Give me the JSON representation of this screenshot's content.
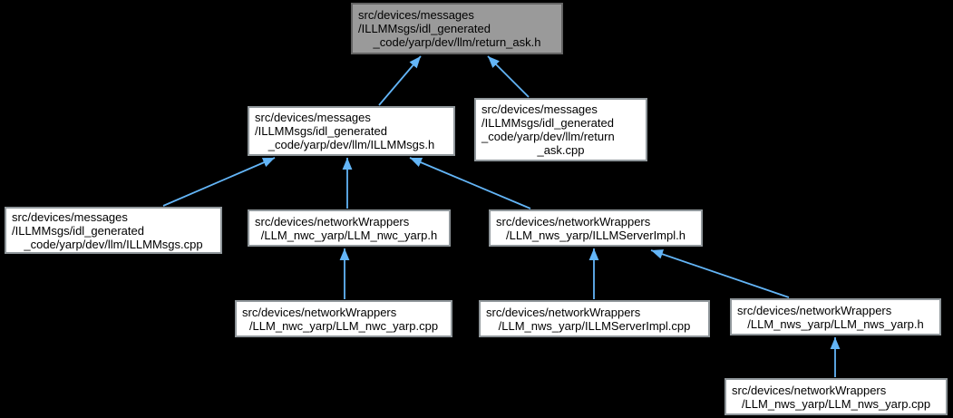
{
  "diagram": {
    "type": "include-dependency-graph",
    "description": "files that directly or indirectly include this file",
    "colors": {
      "background": "#000000",
      "edge": "#63b5f7",
      "node_fill": "#ffffff",
      "node_border": "#90979b",
      "current_node_fill": "#9a9a9a",
      "current_node_border": "#636363",
      "text": "#000000"
    },
    "current_node": "src/devices/messages/ILLMMsgs/idl_generated_code/yarp/dev/llm/return_ask.h",
    "nodes": [
      {
        "id": "return_ask_h",
        "highlighted": true,
        "lines": [
          "src/devices/messages",
          "/ILLMMsgs/idl_generated",
          "_code/yarp/dev/llm/return_ask.h"
        ]
      },
      {
        "id": "illmmsgs_h",
        "highlighted": false,
        "lines": [
          "src/devices/messages",
          "/ILLMMsgs/idl_generated",
          "_code/yarp/dev/llm/ILLMMsgs.h"
        ]
      },
      {
        "id": "return_ask_cpp",
        "highlighted": false,
        "lines": [
          "src/devices/messages",
          "/ILLMMsgs/idl_generated",
          "_code/yarp/dev/llm/return",
          "_ask.cpp"
        ]
      },
      {
        "id": "illmmsgs_cpp",
        "highlighted": false,
        "lines": [
          "src/devices/messages",
          "/ILLMMsgs/idl_generated",
          "_code/yarp/dev/llm/ILLMMsgs.cpp"
        ]
      },
      {
        "id": "llm_nwc_yarp_h",
        "highlighted": false,
        "lines": [
          "src/devices/networkWrappers",
          "/LLM_nwc_yarp/LLM_nwc_yarp.h"
        ]
      },
      {
        "id": "illmserverimpl_h",
        "highlighted": false,
        "lines": [
          "src/devices/networkWrappers",
          "/LLM_nws_yarp/ILLMServerImpl.h"
        ]
      },
      {
        "id": "llm_nwc_yarp_cpp",
        "highlighted": false,
        "lines": [
          "src/devices/networkWrappers",
          "/LLM_nwc_yarp/LLM_nwc_yarp.cpp"
        ]
      },
      {
        "id": "illmserverimpl_cpp",
        "highlighted": false,
        "lines": [
          "src/devices/networkWrappers",
          "/LLM_nws_yarp/ILLMServerImpl.cpp"
        ]
      },
      {
        "id": "llm_nws_yarp_h",
        "highlighted": false,
        "lines": [
          "src/devices/networkWrappers",
          "/LLM_nws_yarp/LLM_nws_yarp.h"
        ]
      },
      {
        "id": "llm_nws_yarp_cpp",
        "highlighted": false,
        "lines": [
          "src/devices/networkWrappers",
          "/LLM_nws_yarp/LLM_nws_yarp.cpp"
        ]
      }
    ],
    "edges": [
      {
        "from": "illmmsgs_h",
        "to": "return_ask_h"
      },
      {
        "from": "return_ask_cpp",
        "to": "return_ask_h"
      },
      {
        "from": "illmmsgs_cpp",
        "to": "illmmsgs_h"
      },
      {
        "from": "llm_nwc_yarp_h",
        "to": "illmmsgs_h"
      },
      {
        "from": "illmserverimpl_h",
        "to": "illmmsgs_h"
      },
      {
        "from": "llm_nwc_yarp_cpp",
        "to": "llm_nwc_yarp_h"
      },
      {
        "from": "illmserverimpl_cpp",
        "to": "illmserverimpl_h"
      },
      {
        "from": "llm_nws_yarp_h",
        "to": "illmserverimpl_h"
      },
      {
        "from": "llm_nws_yarp_cpp",
        "to": "llm_nws_yarp_h"
      }
    ]
  }
}
